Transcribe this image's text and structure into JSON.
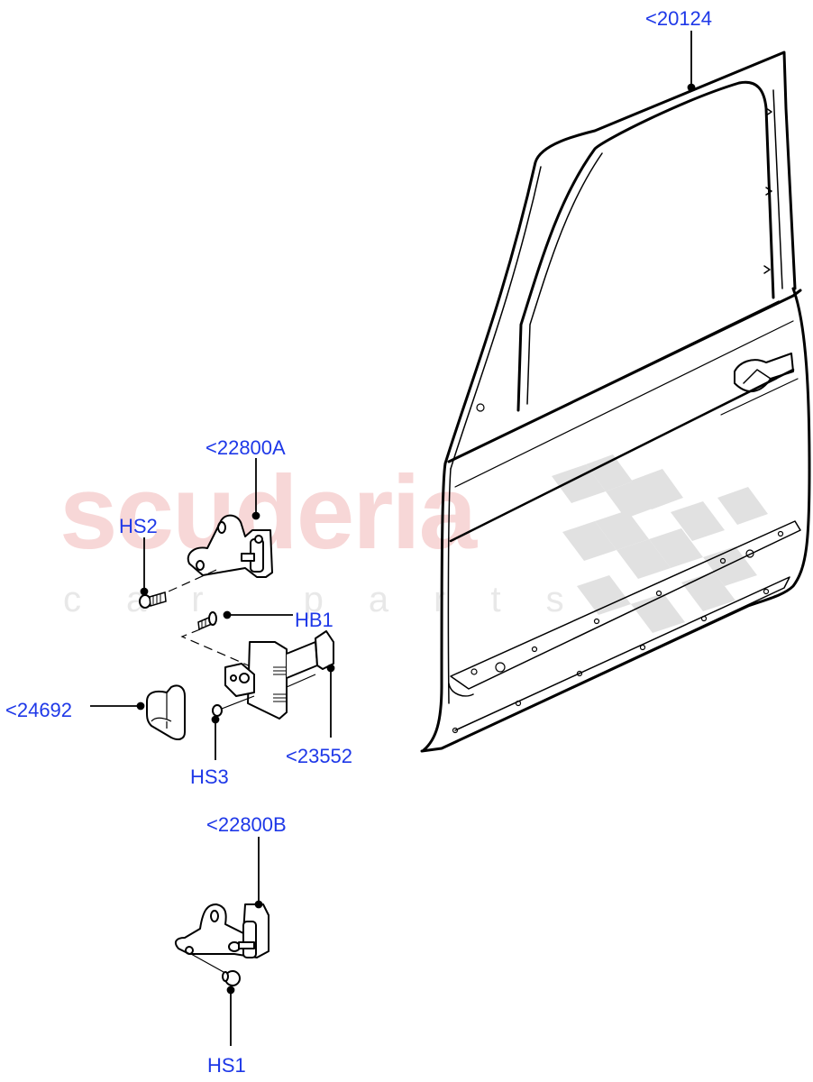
{
  "watermark": {
    "word": "scuderia",
    "sub": "car parts",
    "word_color": "#f7d7d7",
    "sub_color": "#e8e8e8",
    "checker_color": "#dcdcdc"
  },
  "label_color": "#1e38e8",
  "callouts": [
    {
      "id": "20124",
      "text": "<20124",
      "part": "front-door-shell"
    },
    {
      "id": "22800A",
      "text": "<22800A",
      "part": "upper-door-hinge"
    },
    {
      "id": "HS2",
      "text": "HS2",
      "part": "hinge-screw-upper"
    },
    {
      "id": "HB1",
      "text": "HB1",
      "part": "check-strap-bolt"
    },
    {
      "id": "24692",
      "text": "<24692",
      "part": "check-strap-cover"
    },
    {
      "id": "HS3",
      "text": "HS3",
      "part": "check-strap-screw"
    },
    {
      "id": "23552",
      "text": "<23552",
      "part": "door-check-strap"
    },
    {
      "id": "22800B",
      "text": "<22800B",
      "part": "lower-door-hinge"
    },
    {
      "id": "HS1",
      "text": "HS1",
      "part": "hinge-screw-lower"
    }
  ]
}
